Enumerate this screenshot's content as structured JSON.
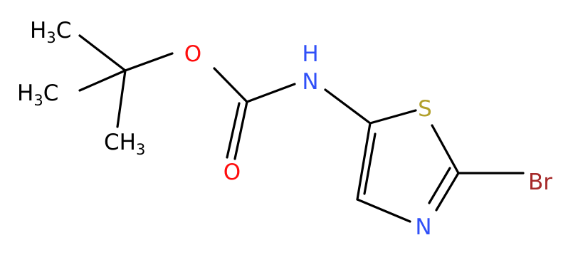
{
  "molecule": {
    "atoms": {
      "methyl_top": {
        "main": "H",
        "sub": "3",
        "tail": "C"
      },
      "methyl_mid": {
        "main": "H",
        "sub": "3",
        "tail": "C"
      },
      "methyl_bottom": {
        "main": "CH",
        "sub": "3"
      },
      "ester_oxygen": {
        "label": "O"
      },
      "carbonyl_oxygen": {
        "label": "O"
      },
      "amide_nitrogen": {
        "label": "N",
        "h": "H"
      },
      "sulfur": {
        "label": "S"
      },
      "ring_nitrogen": {
        "label": "N"
      },
      "bromine": {
        "label": "Br"
      }
    }
  },
  "colors": {
    "carbon": "#000000",
    "oxygen": "#ff0d0d",
    "nitrogen": "#3050f8",
    "sulfur": "#b2a02b",
    "bromine": "#a62929"
  }
}
